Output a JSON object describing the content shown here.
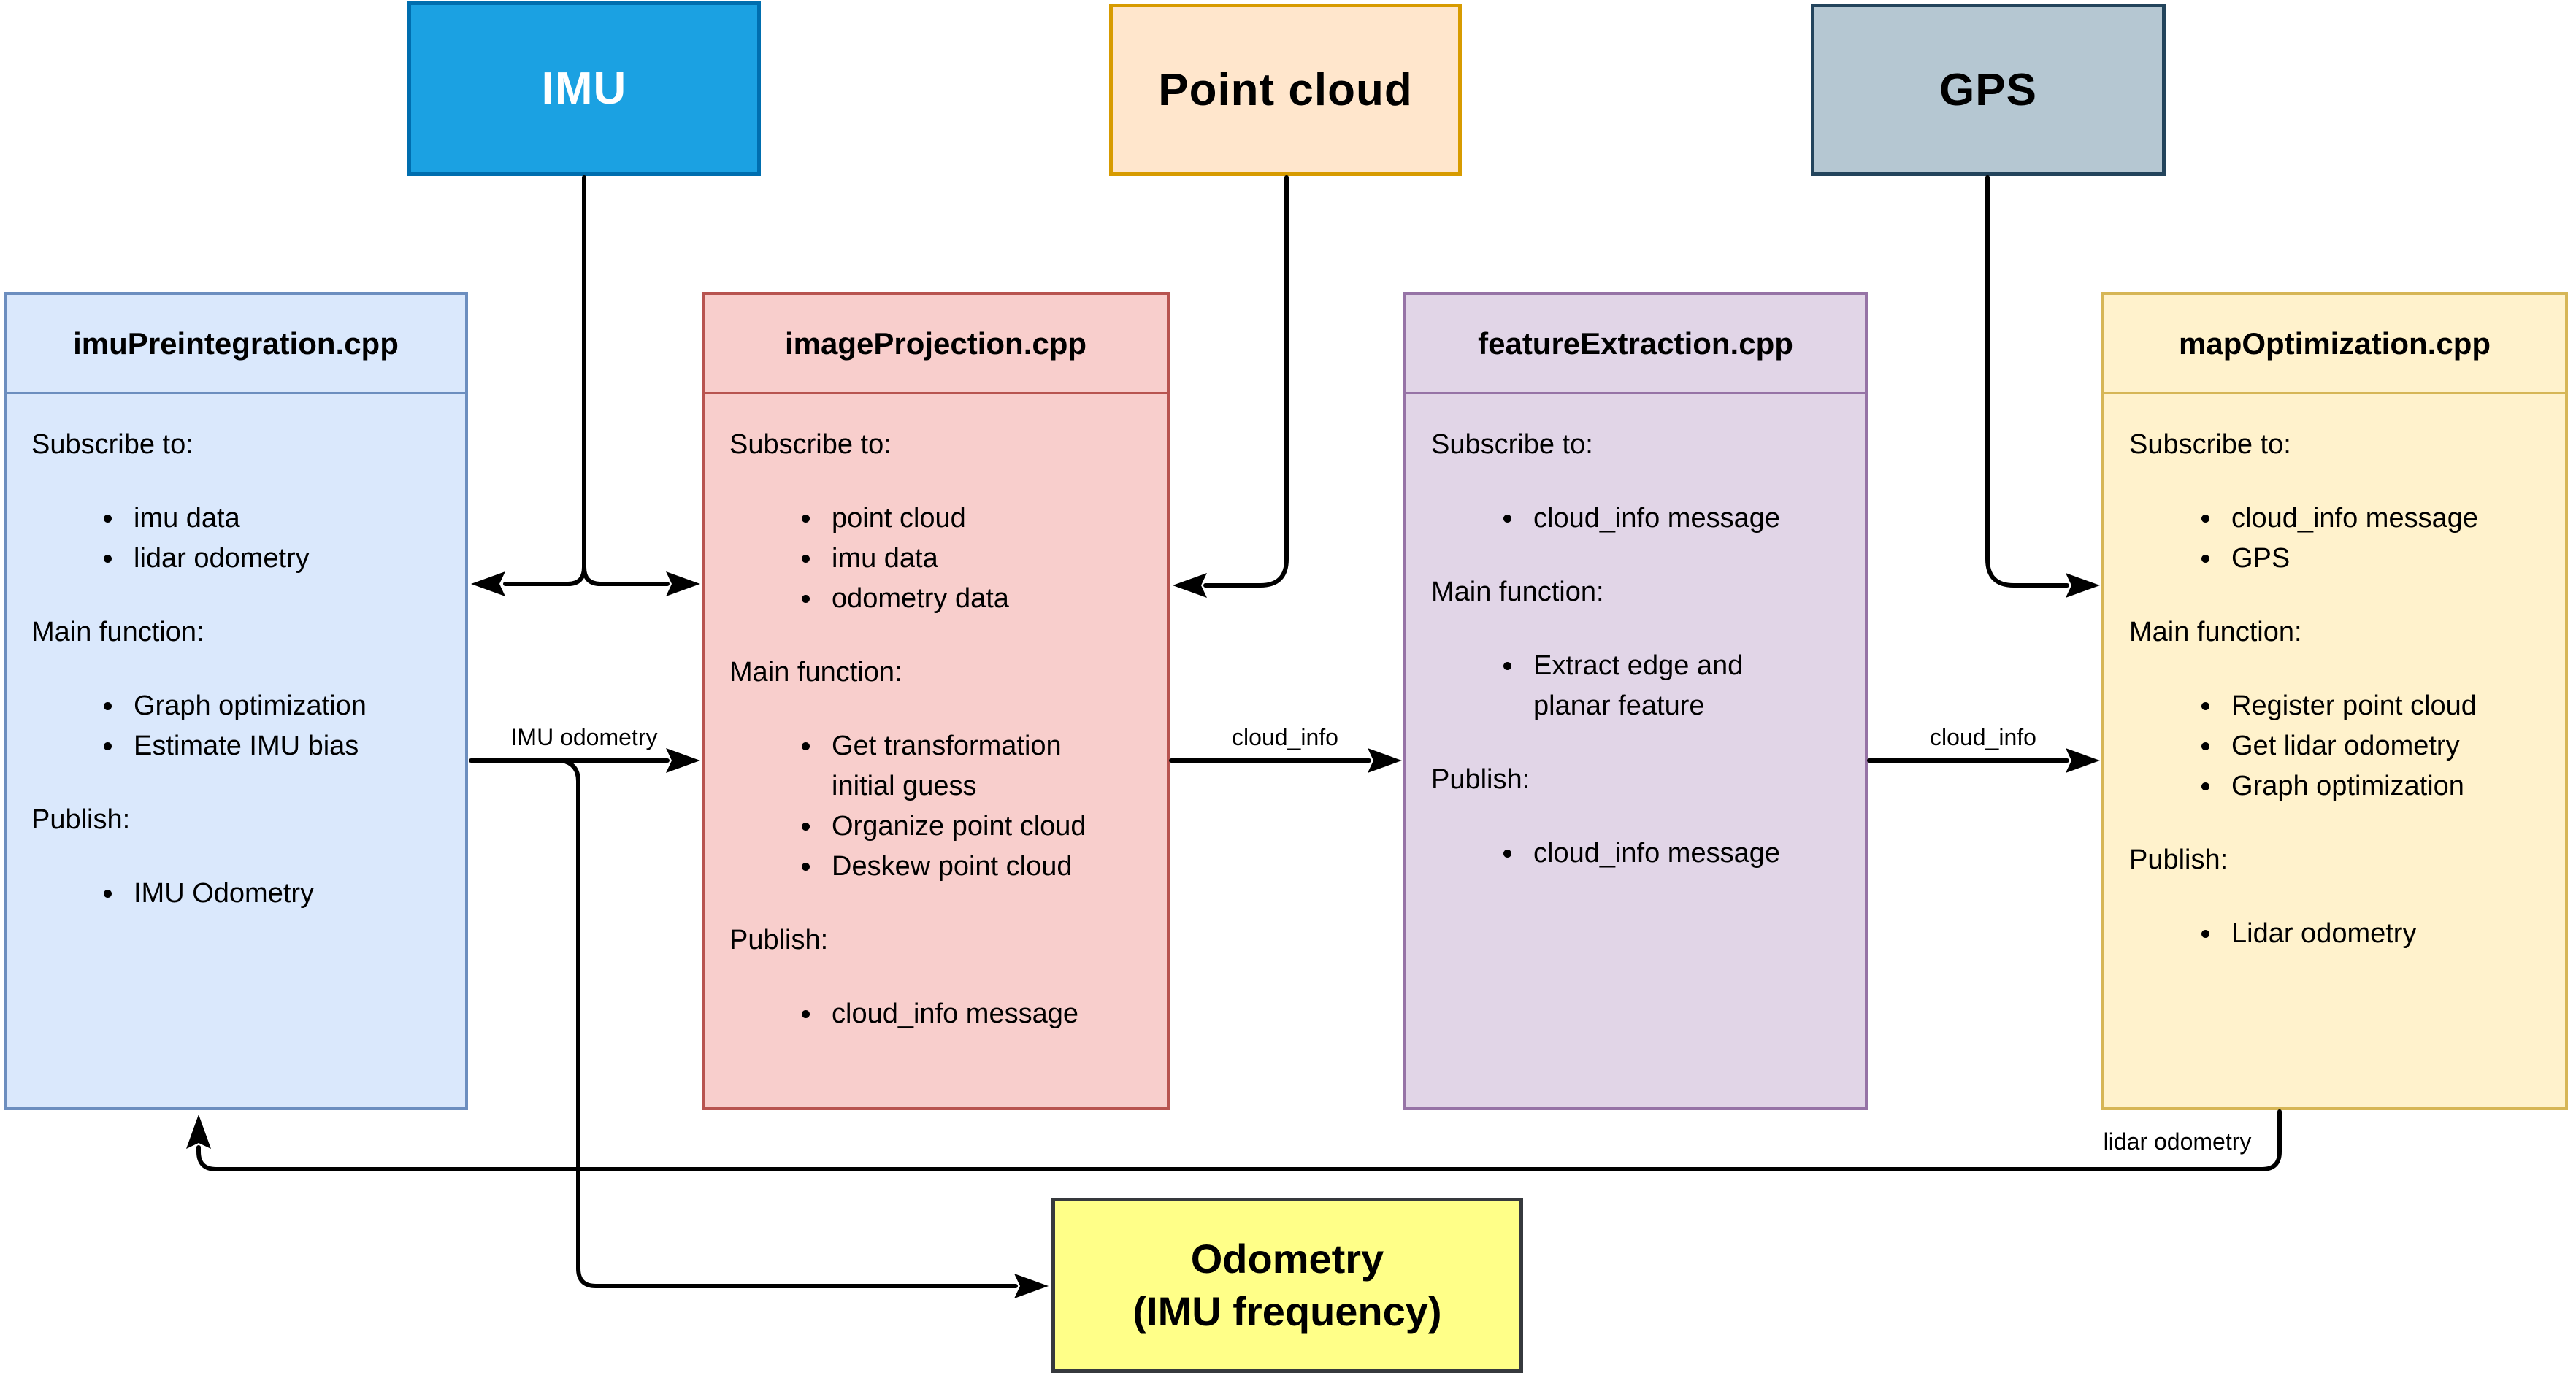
{
  "sources": [
    {
      "label": "IMU",
      "fill": "#1BA1E2",
      "border": "#006EAF",
      "text": "#FFFFFF"
    },
    {
      "label": "Point cloud",
      "fill": "#FFE6CC",
      "border": "#D79B00",
      "text": "#000000"
    },
    {
      "label": "GPS",
      "fill": "#B5C7D2",
      "border": "#23445C",
      "text": "#000000"
    }
  ],
  "nodes": [
    {
      "title": "imuPreintegration.cpp",
      "fill": "#DAE8FC",
      "border": "#6C8EBF",
      "sections": [
        {
          "heading": "Subscribe to:",
          "items": [
            "imu data",
            "lidar odometry"
          ]
        },
        {
          "heading": "Main function:",
          "items": [
            "Graph optimization",
            "Estimate IMU bias"
          ]
        },
        {
          "heading": "Publish:",
          "items": [
            "IMU Odometry"
          ]
        }
      ]
    },
    {
      "title": "imageProjection.cpp",
      "fill": "#F8CECC",
      "border": "#B85450",
      "sections": [
        {
          "heading": "Subscribe to:",
          "items": [
            "point cloud",
            "imu data",
            "odometry data"
          ]
        },
        {
          "heading": "Main function:",
          "items": [
            "Get transformation initial guess",
            "Organize point cloud",
            "Deskew point cloud"
          ]
        },
        {
          "heading": "Publish:",
          "items": [
            "cloud_info message"
          ]
        }
      ]
    },
    {
      "title": "featureExtraction.cpp",
      "fill": "#E1D5E7",
      "border": "#9673A6",
      "sections": [
        {
          "heading": "Subscribe to:",
          "items": [
            "cloud_info message"
          ]
        },
        {
          "heading": "Main function:",
          "items": [
            "Extract edge and planar feature"
          ]
        },
        {
          "heading": "Publish:",
          "items": [
            "cloud_info message"
          ]
        }
      ]
    },
    {
      "title": "mapOptimization.cpp",
      "fill": "#FFF2CC",
      "border": "#D6B656",
      "sections": [
        {
          "heading": "Subscribe to:",
          "items": [
            "cloud_info message",
            "GPS"
          ]
        },
        {
          "heading": "Main function:",
          "items": [
            "Register point cloud",
            "Get lidar odometry",
            "Graph optimization"
          ]
        },
        {
          "heading": "Publish:",
          "items": [
            "Lidar odometry"
          ]
        }
      ]
    }
  ],
  "sink": {
    "line1": "Odometry",
    "line2": "(IMU frequency)",
    "fill": "#FFFF88",
    "border": "#36393D"
  },
  "edge_labels": {
    "imu_odometry": "IMU odometry",
    "cloud_info_1": "cloud_info",
    "cloud_info_2": "cloud_info",
    "lidar_odometry": "lidar odometry"
  },
  "colors": {
    "arrow": "#000000",
    "background": "#FFFFFF"
  }
}
